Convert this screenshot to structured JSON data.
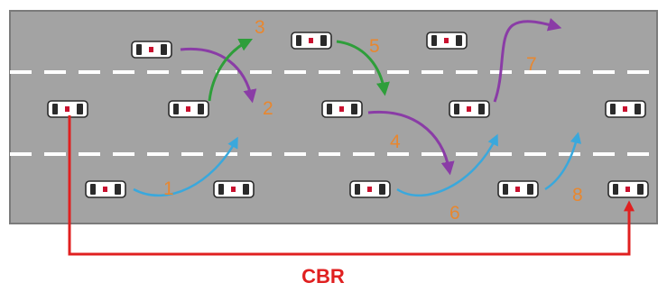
{
  "labels": {
    "step_1": "1",
    "step_2": "2",
    "step_3": "3",
    "step_4": "4",
    "step_5": "5",
    "step_6": "6",
    "step_7": "7",
    "step_8": "8",
    "cbr": "CBR"
  },
  "colors": {
    "road": "#a3a3a3",
    "road_border": "#7b7b7b",
    "lane_marking": "#ffffff",
    "purple_arrow": "#8a3ca6",
    "green_arrow": "#2e9e3a",
    "blue_arrow": "#3aa8dc",
    "cbr_line": "#e02020",
    "label": "#e8872f"
  },
  "icons": {
    "vehicle": "car-icon"
  }
}
